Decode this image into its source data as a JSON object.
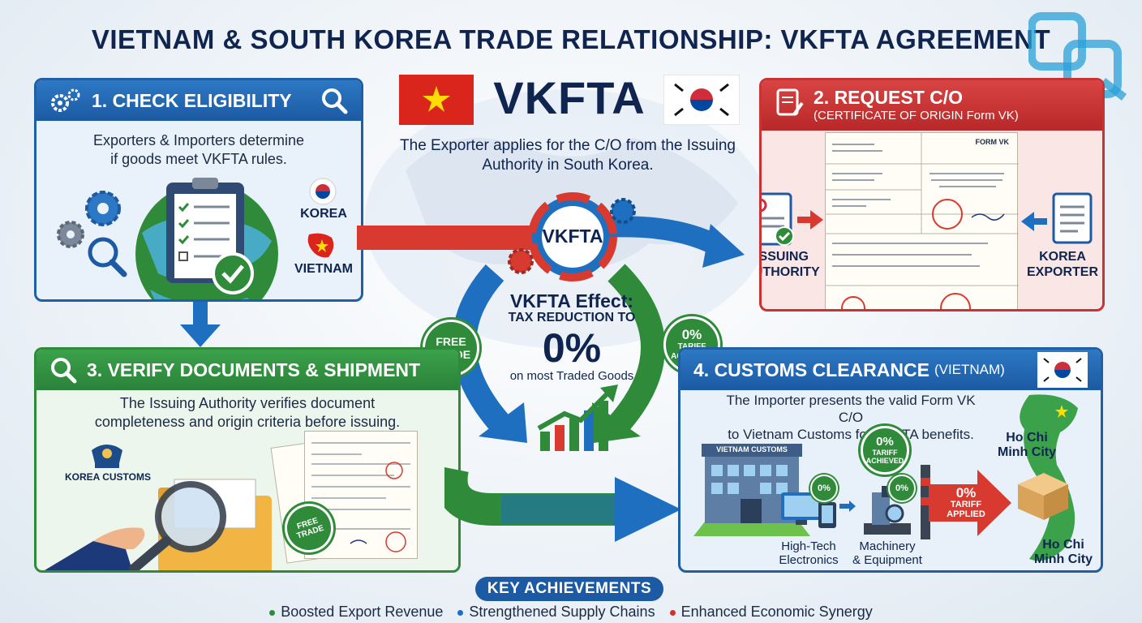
{
  "title": "VIETNAM & SOUTH KOREA TRADE RELATIONSHIP: VKFTA AGREEMENT",
  "center": {
    "logo_text": "VKFTA",
    "intro": "The Exporter applies for the C/O from the Issuing Authority in South Korea.",
    "hub_label": "VKFTA",
    "effect_title": "VKFTA Effect:",
    "effect_sub": "TAX REDUCTION TO",
    "effect_value": "0%",
    "effect_note": "on most Traded Goods",
    "badge_left_line1": "FREE",
    "badge_left_line2": "TRADE",
    "badge_right_line1": "0%",
    "badge_right_line2": "TARIFF",
    "badge_right_line3": "ACHIEVED"
  },
  "step1": {
    "heading": "1. CHECK ELIGIBILITY",
    "text_line1": "Exporters & Importers determine",
    "text_line2": "if goods meet VKFTA rules.",
    "label_korea": "KOREA",
    "label_vietnam": "VIETNAM"
  },
  "step2": {
    "heading": "2. REQUEST C/O",
    "subheading": "(CERTIFICATE OF ORIGIN Form VK)",
    "issuing_line1": "ISSUING",
    "issuing_line2": "AUTHORITY",
    "exporter_line1": "KOREA",
    "exporter_line2": "EXPORTER",
    "form_label": "FORM VK"
  },
  "step3": {
    "heading": "3. VERIFY DOCUMENTS & SHIPMENT",
    "text_line1": "The Issuing Authority verifies document",
    "text_line2": "completeness and origin criteria before issuing.",
    "customs_label": "KOREA CUSTOMS",
    "stamp_label": "FREE TRADE"
  },
  "step4": {
    "heading": "4. CUSTOMS CLEARANCE",
    "heading_suffix": "(VIETNAM)",
    "text_line1": "The Importer presents the valid Form VK C/O",
    "text_line2": "to Vietnam Customs for VKFTA benefits.",
    "building_sign": "VIETNAM CUSTOMS",
    "item1_line1": "High-Tech",
    "item1_line2": "Electronics",
    "item2_line1": "Machinery",
    "item2_line2": "& Equipment",
    "small_badge": "0%",
    "tariff_badge_line1": "0%",
    "tariff_badge_line2": "TARIFF",
    "tariff_badge_line3": "ACHIEVED",
    "arrow_line1": "0%",
    "arrow_line2": "TARIFF",
    "arrow_line3": "APPLIED",
    "city_top_line1": "Ho Chi",
    "city_top_line2": "Minh City",
    "city_bottom_line1": "Ho Chi",
    "city_bottom_line2": "Minh City"
  },
  "key": {
    "title": "KEY ACHIEVEMENTS",
    "items": [
      {
        "label": "Boosted Export Revenue",
        "color": "#2f8b3a"
      },
      {
        "label": "Strengthened Supply Chains",
        "color": "#1f6fc0"
      },
      {
        "label": "Enhanced Economic Synergy",
        "color": "#c93333"
      }
    ]
  },
  "colors": {
    "blue": "#1f5fa6",
    "red": "#c93333",
    "green": "#2f8b3a",
    "navy": "#0f2550"
  }
}
